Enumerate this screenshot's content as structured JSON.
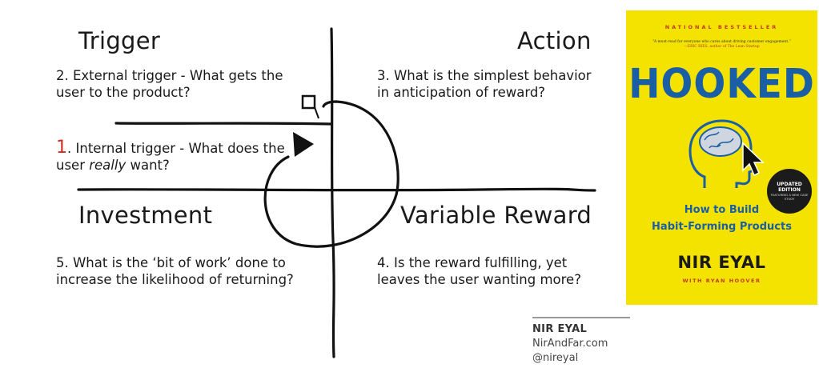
{
  "quadrants": {
    "trigger": {
      "heading": "Trigger",
      "external_text": "2. External trigger - What gets the user to the product?",
      "internal_number": "1",
      "internal_text_before": ". Internal trigger - What does the user ",
      "internal_text_emphasis": "really",
      "internal_text_after": " want?"
    },
    "action": {
      "heading": "Action",
      "text": "3. What is the simplest behavior in anticipation of reward?"
    },
    "investment": {
      "heading": "Investment",
      "text": "5. What is the ‘bit of work’ done to increase the likelihood of returning?"
    },
    "variable_reward": {
      "heading": "Variable Reward",
      "text": "4. Is the reward fulfilling, yet leaves the user wanting more?"
    }
  },
  "book": {
    "banner": "NATIONAL BESTSELLER",
    "quote": "“A must-read for everyone who cares about driving customer engagement.”",
    "quote_attribution": "—ERIC RIES, author of The Lean Startup",
    "title": "HOOKED",
    "badge_line1": "UPDATED",
    "badge_line2": "EDITION",
    "badge_line3": "FEATURING A NEW CASE STUDY",
    "subtitle_line1": "How to Build",
    "subtitle_line2": "Habit-Forming Products",
    "author": "NIR EYAL",
    "coauthor": "WITH RYAN HOOVER"
  },
  "credit": {
    "name": "NIR EYAL",
    "website": "NirAndFar.com",
    "handle": "@nireyal"
  },
  "colors": {
    "accent_red": "#d12b1e",
    "book_yellow": "#f4e300",
    "book_blue": "#1a5fa6"
  },
  "icons": [
    "brain-head-icon",
    "cursor-arrow-icon"
  ]
}
